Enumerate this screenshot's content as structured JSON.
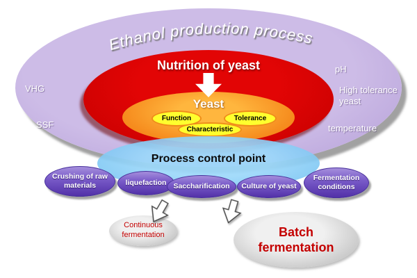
{
  "diagram": {
    "title": "Ethanol production process",
    "side_labels": {
      "vhg": "VHG",
      "ssf": "SSF",
      "ph": "pH",
      "high_tolerance_yeast": "High tolerance yeast",
      "temperature": "temperature"
    },
    "nutrition_label": "Nutrition of yeast",
    "yeast_label": "Yeast",
    "yeast_attributes": [
      "Function",
      "Tolerance",
      "Characteristic"
    ],
    "process_control_label": "Process control point",
    "process_steps": [
      "Crushing of raw materials",
      "liquefaction",
      "Saccharification",
      "Culture of yeast",
      "Fermentation conditions"
    ],
    "fermentation_outputs": [
      "Continuous fermentation",
      "Batch fermentation"
    ],
    "colors": {
      "outer_ellipse": "#b9a3da",
      "nutrition_ellipse": "#cc0000",
      "yeast_ellipse": "#f68c1e",
      "attribute_ellipse": "#ffff2e",
      "control_ellipse": "#7ec9f0",
      "step_ellipse": "#6a4cc0",
      "output_ellipse": "#c9c9c9",
      "output_text": "#c40000"
    }
  }
}
